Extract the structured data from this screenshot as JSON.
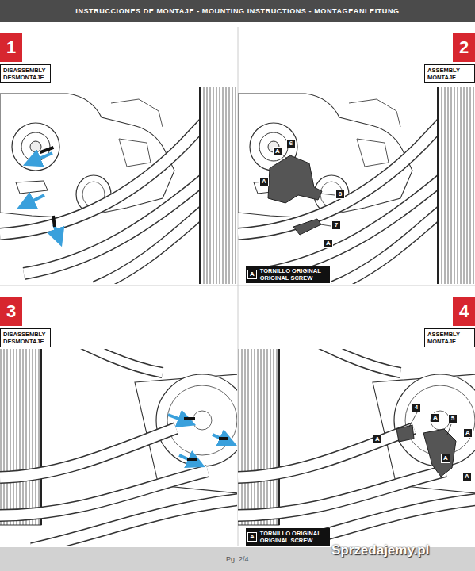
{
  "diagram": {
    "title": "INSTRUCCIONES DE MONTAJE - MOUNTING INSTRUCTIONS - MONTAGEANLEITUNG",
    "nodes": [
      {
        "text": [
          "1"
        ]
      },
      {
        "text": [
          "DISASSEMBLY DESMONTAJE"
        ]
      },
      {
        "text": [
          "2"
        ]
      },
      {
        "text": [
          "ASSEMBLY MONTAJE"
        ]
      },
      {
        "text": [
          "3"
        ]
      },
      {
        "text": [
          "DISASSEMBLY DESMONTAJE"
        ]
      },
      {
        "text": [
          "4"
        ]
      },
      {
        "text": [
          "ASSEMBLY MONTAJE"
        ]
      }
    ],
    "labels": [
      "A",
      "6",
      "A",
      "8",
      "7",
      "A",
      "A",
      "4",
      "A",
      "5",
      "A",
      "A",
      "A",
      "A",
      "A",
      "Pg. 2/4",
      "Sprzedajemy.pl"
    ],
    "legend": [
      {
        "text": "TORNILLO ORIGINAL ORIGINAL SCREW"
      },
      {
        "text": "TORNILLO ORIGINAL ORIGINAL SCREW"
      }
    ]
  }
}
